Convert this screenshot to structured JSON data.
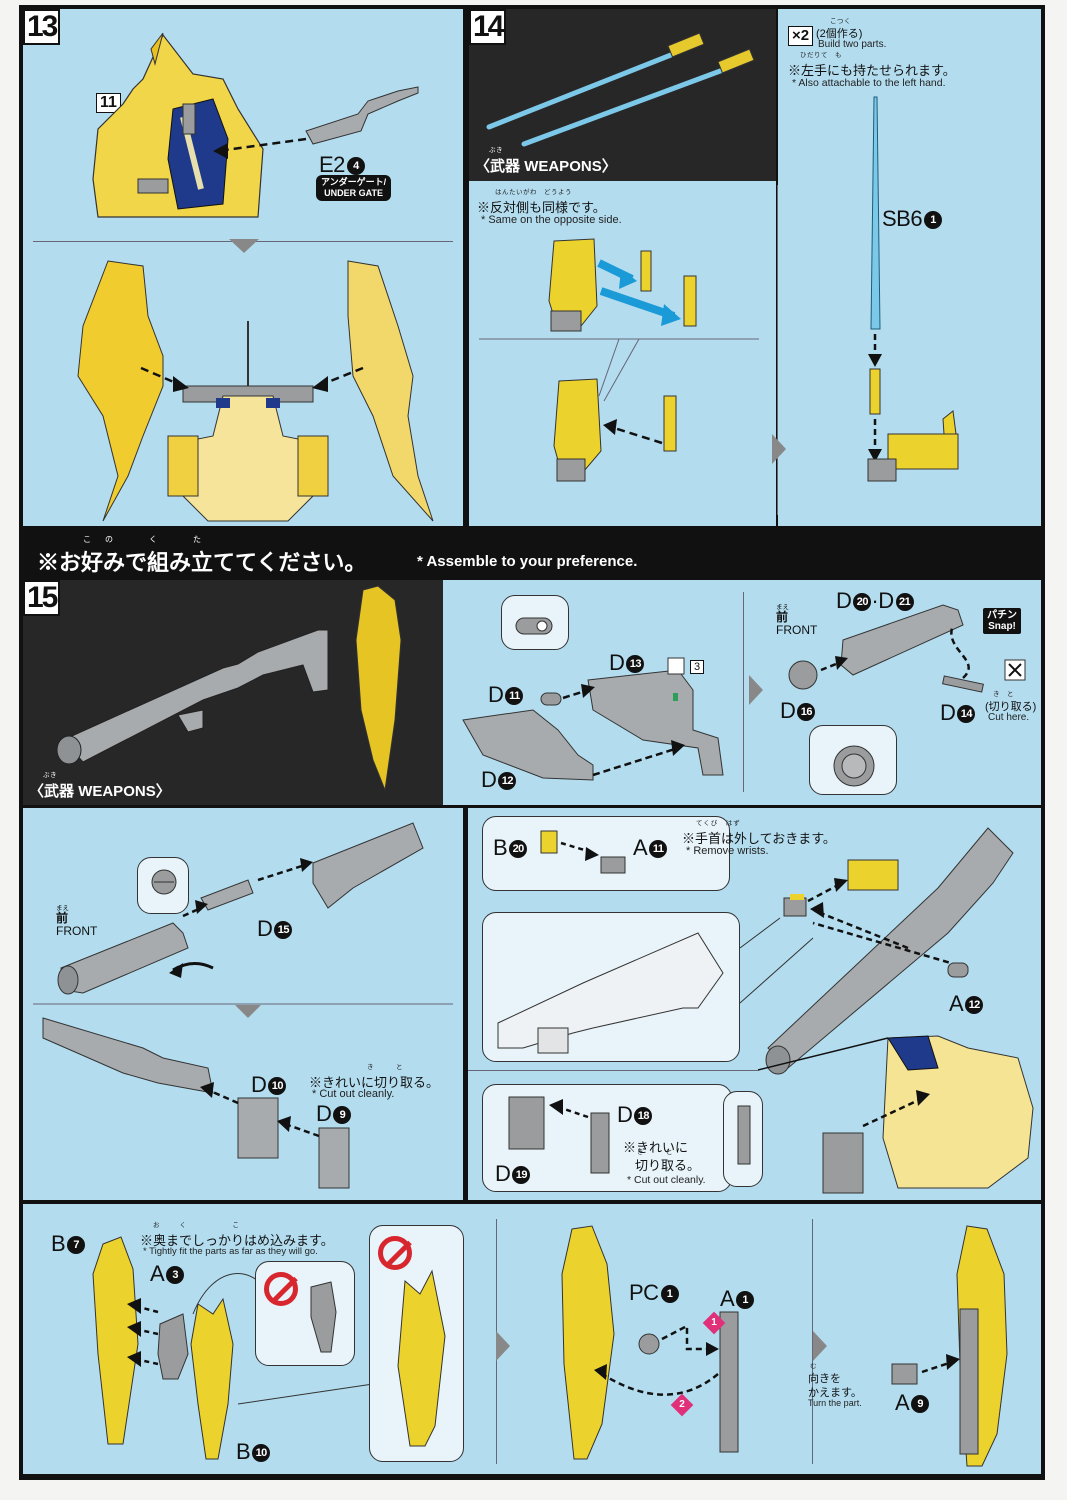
{
  "steps": {
    "s13": {
      "number": "13",
      "ref_step": "11",
      "part_e2": {
        "letter": "E2",
        "num": "4"
      },
      "under_gate": {
        "jp": "アンダーゲート/",
        "en": "UNDER GATE"
      }
    },
    "s14": {
      "number": "14",
      "weapons_label": {
        "jp": "〈武器",
        "en": "WEAPONS〉",
        "ruby": "ぶき"
      },
      "same_opposite": {
        "jp": "※反対側も同様です。",
        "ruby": "はんたいがわ　どうよう",
        "en": "* Same on the opposite side."
      },
      "build_two": {
        "badge": "×2",
        "jp": "(2個作る)",
        "ruby": "こつく",
        "en": "Build two parts."
      },
      "left_hand": {
        "jp": "※左手にも持たせられます。",
        "ruby": "ひだりて　も",
        "en": "* Also attachable to the left hand."
      },
      "part_sb6": {
        "letter": "SB6",
        "num": "1"
      }
    },
    "banner": {
      "jp": "※お好みで組み立ててください。",
      "ruby": "この　く　た",
      "en": "* Assemble to your preference."
    },
    "s15": {
      "number": "15",
      "weapons_label": {
        "jp": "〈武器",
        "en": "WEAPONS〉",
        "ruby": "ぶき"
      },
      "sub_ref": "3",
      "parts": {
        "d11": {
          "letter": "D",
          "num": "11"
        },
        "d12": {
          "letter": "D",
          "num": "12"
        },
        "d13": {
          "letter": "D",
          "num": "13"
        },
        "d20_21": {
          "letter": "D",
          "num": "20",
          "sep": "·",
          "letter2": "D",
          "num2": "21"
        },
        "d16": {
          "letter": "D",
          "num": "16"
        },
        "d14": {
          "letter": "D",
          "num": "14"
        },
        "d15": {
          "letter": "D",
          "num": "15"
        },
        "d10": {
          "letter": "D",
          "num": "10"
        },
        "d9": {
          "letter": "D",
          "num": "9"
        },
        "b20": {
          "letter": "B",
          "num": "20"
        },
        "a11": {
          "letter": "A",
          "num": "11"
        },
        "a12": {
          "letter": "A",
          "num": "12"
        },
        "d18": {
          "letter": "D",
          "num": "18"
        },
        "d19": {
          "letter": "D",
          "num": "19"
        },
        "b7": {
          "letter": "B",
          "num": "7"
        },
        "a3": {
          "letter": "A",
          "num": "3"
        },
        "b10": {
          "letter": "B",
          "num": "10"
        },
        "pc1": {
          "letter": "PC",
          "num": "1"
        },
        "a1": {
          "letter": "A",
          "num": "1"
        },
        "a9": {
          "letter": "A",
          "num": "9"
        }
      },
      "front": {
        "jp": "前",
        "ruby": "まえ",
        "en": "FRONT"
      },
      "snap": {
        "jp": "パチン",
        "en": "Snap!"
      },
      "cut_here": {
        "jp": "(切り取る)",
        "ruby": "き　と",
        "en": "Cut here."
      },
      "cut_clean_1": {
        "jp": "※きれいに切り取る。",
        "ruby": "き　と",
        "en": "* Cut out cleanly."
      },
      "remove_wrists": {
        "jp": "※手首は外しておきます。",
        "ruby": "てくび　はず",
        "en": "* Remove wrists."
      },
      "cut_clean_2": {
        "jp1": "※きれいに",
        "jp2": "切り取る。",
        "ruby": "き　と",
        "en": "* Cut out cleanly."
      },
      "tight_fit": {
        "jp": "※奥までしっかりはめ込みます。",
        "ruby": "おく　こ",
        "en": "* Tightly fit the parts as far as they will go."
      },
      "order": [
        "1",
        "2"
      ],
      "turn_part": {
        "jp1": "向きを",
        "jp2": "かえます。",
        "ruby": "む",
        "en": "Turn the part."
      }
    }
  },
  "colors": {
    "panel": "#b3ddef",
    "dark": "#272727",
    "yellow": "#f2d22a",
    "gray": "#9a9c9e",
    "blue_part": "#1f3a8a",
    "saber": "#7cc8e8",
    "arrow_blue": "#1b9ad8",
    "warn_red": "#d8262e",
    "order_pink": "#e0307a"
  }
}
